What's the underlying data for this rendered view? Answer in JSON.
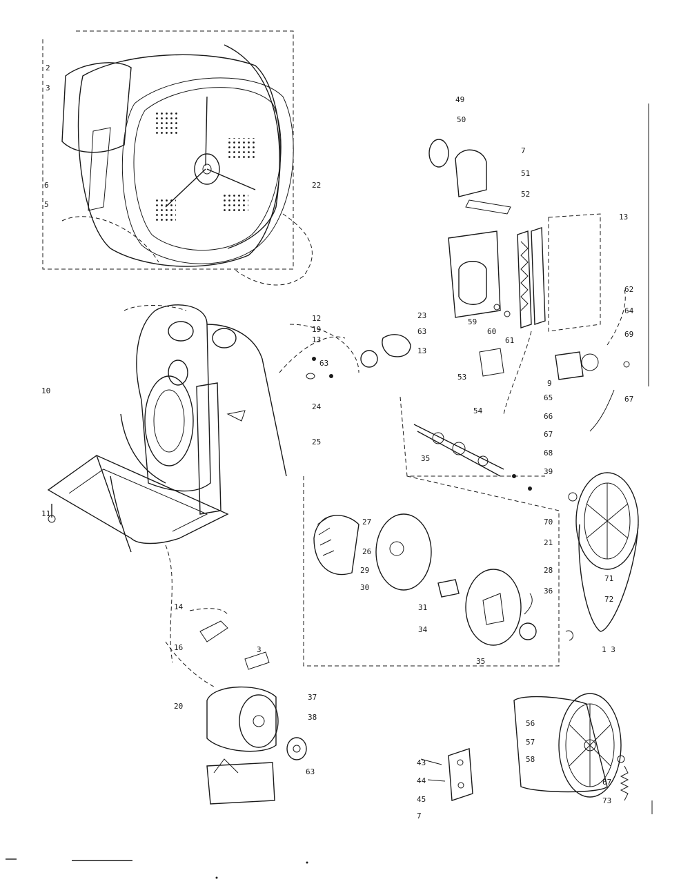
{
  "labels": {
    "n2": "2",
    "n3": "3",
    "n5": "5",
    "n6": "6",
    "n10": "10",
    "n11": "11",
    "n12": "12",
    "n13a": "13",
    "n13b": "13",
    "n13c": "13",
    "n13d": "1 3",
    "n14": "14",
    "n16": "16",
    "n19": "19",
    "n20": "20",
    "n21": "21",
    "n22": "22",
    "n23": "23",
    "n24": "24",
    "n25": "25",
    "n26": "26",
    "n27": "27",
    "n28": "28",
    "n29": "29",
    "n30": "30",
    "n31": "31",
    "n34": "34",
    "n35a": "35",
    "n35b": "35",
    "n36": "36",
    "n37": "37",
    "n38": "38",
    "n39": "39",
    "n43": "43",
    "n44": "44",
    "n45": "45",
    "n49": "49",
    "n50": "50",
    "n51": "51",
    "n52": "52",
    "n53": "53",
    "n54": "54",
    "n56": "56",
    "n57": "57",
    "n58": "58",
    "n59": "59",
    "n60": "60",
    "n61": "61",
    "n62": "62",
    "n63a": "63",
    "n63b": "63",
    "n64": "64",
    "n65": "65",
    "n66": "66",
    "n67a": "67",
    "n67b": "67",
    "n67c": "67",
    "n68": "68",
    "n69": "69",
    "n70": "70",
    "n71": "71",
    "n72": "72",
    "n73": "73",
    "n7a": "7",
    "n7b": "7",
    "n9": "9",
    "n3b": "3"
  }
}
